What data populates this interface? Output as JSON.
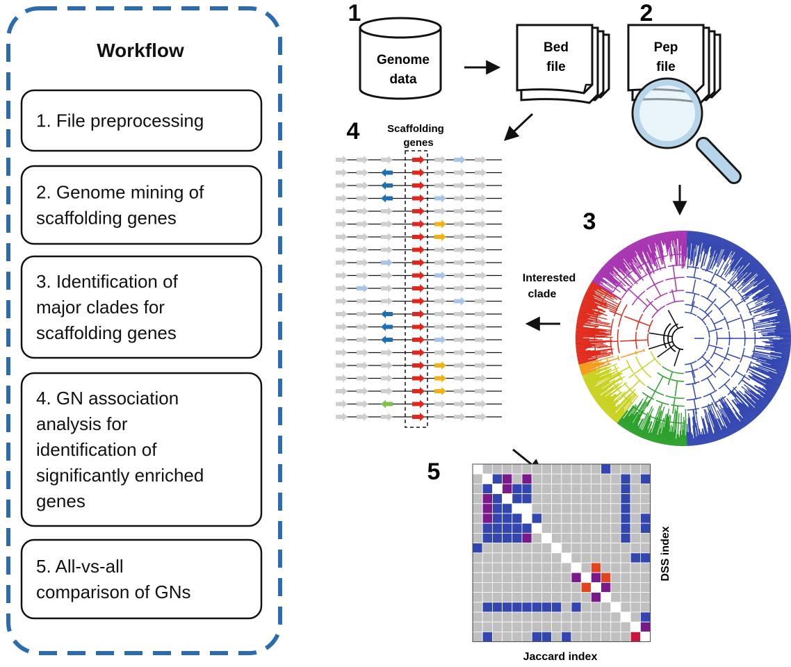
{
  "workflow": {
    "title": "Workflow",
    "steps": [
      {
        "lines": [
          "1. File preprocessing"
        ]
      },
      {
        "lines": [
          "2. Genome mining of",
          "scaffolding genes"
        ]
      },
      {
        "lines": [
          "3. Identification of",
          "major clades for",
          "scaffolding genes"
        ]
      },
      {
        "lines": [
          "4. GN association",
          "analysis for",
          "identification of",
          "significantly enriched",
          "genes"
        ]
      },
      {
        "lines": [
          "5. All-vs-all",
          "comparison of GNs"
        ]
      }
    ]
  },
  "diagram": {
    "step_numbers": [
      "1",
      "2",
      "3",
      "4",
      "5"
    ],
    "database_label": [
      "Genome",
      "data"
    ],
    "bed_label": [
      "Bed",
      "file"
    ],
    "pep_label": [
      "Pep",
      "file"
    ],
    "scaffolding_label": [
      "Scaffolding",
      "genes"
    ],
    "clade_label": [
      "Interested",
      "clade"
    ],
    "heatmap_xlabel": "Jaccard index",
    "heatmap_ylabel": "DSS index"
  },
  "colors": {
    "dash_border": "#2b6cb0",
    "scaffold_gene": "#e3261b",
    "dark_blue_gene": "#1f6fb2",
    "light_blue_gene": "#a9c4e8",
    "yellow_gene": "#f3b114",
    "green_gene": "#7cc148",
    "grey_gene": "#cfcfcf",
    "heat_grey": "#c0c0c0",
    "heat_blue": "#3346b0",
    "heat_purple": "#7a1a8a",
    "heat_red": "#e3441e",
    "heat_crimson": "#c8163e",
    "heat_white": "#ffffff"
  },
  "gene_neighborhoods": [
    [
      "g",
      "g",
      "g",
      "S",
      "g",
      "l",
      "g"
    ],
    [
      "g",
      "g",
      "d",
      "S",
      "g",
      "g",
      "g"
    ],
    [
      "g",
      "g",
      "d",
      "S",
      "g",
      "g",
      "g"
    ],
    [
      "g",
      "g",
      "d",
      "S",
      "l",
      "g",
      "g"
    ],
    [
      "g",
      "g",
      "g",
      "S",
      "g",
      "g",
      "g"
    ],
    [
      "g",
      "g",
      "g",
      "S",
      "y",
      "g",
      "g"
    ],
    [
      "g",
      "g",
      "g",
      "S",
      "y",
      "g",
      "g"
    ],
    [
      "g",
      "g",
      "g",
      "S",
      "g",
      "g",
      "g"
    ],
    [
      "g",
      "g",
      "l",
      "S",
      "g",
      "g",
      "g"
    ],
    [
      "g",
      "g",
      "g",
      "S",
      "l",
      "g",
      "g"
    ],
    [
      "g",
      "l",
      "g",
      "S",
      "g",
      "g",
      "g"
    ],
    [
      "g",
      "g",
      "g",
      "S",
      "g",
      "l",
      "g"
    ],
    [
      "g",
      "g",
      "d",
      "S",
      "g",
      "g",
      "g"
    ],
    [
      "g",
      "g",
      "d",
      "S",
      "g",
      "g",
      "g"
    ],
    [
      "g",
      "g",
      "d",
      "S",
      "l",
      "g",
      "g"
    ],
    [
      "g",
      "g",
      "g",
      "S",
      "g",
      "g",
      "g"
    ],
    [
      "g",
      "g",
      "g",
      "S",
      "y",
      "g",
      "g"
    ],
    [
      "g",
      "g",
      "g",
      "S",
      "y",
      "g",
      "g"
    ],
    [
      "g",
      "g",
      "g",
      "S",
      "y",
      "g",
      "g"
    ],
    [
      "g",
      "g",
      "G",
      "S",
      "g",
      "g",
      "g"
    ],
    [
      "g",
      "g",
      "g",
      "S",
      "g",
      "g",
      "g"
    ]
  ],
  "gene_direction_left_columns": [
    "d",
    "G"
  ],
  "heatmap": [
    [
      "W",
      "g",
      "g",
      "g",
      "g",
      "g",
      "g",
      "g",
      "g",
      "g",
      "g",
      "g",
      "g",
      "B",
      "g",
      "g",
      "g",
      "g"
    ],
    [
      "g",
      "W",
      "B",
      "P",
      "g",
      "P",
      "g",
      "g",
      "g",
      "g",
      "g",
      "g",
      "g",
      "g",
      "g",
      "B",
      "g",
      "B"
    ],
    [
      "g",
      "B",
      "W",
      "P",
      "B",
      "B",
      "g",
      "g",
      "g",
      "g",
      "g",
      "g",
      "g",
      "g",
      "g",
      "B",
      "g",
      "g"
    ],
    [
      "g",
      "P",
      "B",
      "W",
      "B",
      "B",
      "g",
      "g",
      "g",
      "g",
      "g",
      "g",
      "g",
      "g",
      "g",
      "B",
      "g",
      "g"
    ],
    [
      "g",
      "P",
      "B",
      "B",
      "W",
      "W",
      "g",
      "g",
      "g",
      "g",
      "g",
      "g",
      "g",
      "g",
      "g",
      "B",
      "g",
      "g"
    ],
    [
      "g",
      "P",
      "B",
      "B",
      "B",
      "W",
      "B",
      "g",
      "g",
      "g",
      "g",
      "g",
      "g",
      "g",
      "g",
      "B",
      "g",
      "B"
    ],
    [
      "g",
      "B",
      "B",
      "B",
      "B",
      "B",
      "W",
      "g",
      "g",
      "g",
      "g",
      "g",
      "g",
      "g",
      "g",
      "B",
      "g",
      "B"
    ],
    [
      "g",
      "B",
      "B",
      "B",
      "B",
      "P",
      "g",
      "W",
      "g",
      "g",
      "g",
      "g",
      "g",
      "g",
      "g",
      "B",
      "g",
      "g"
    ],
    [
      "B",
      "g",
      "g",
      "g",
      "g",
      "g",
      "g",
      "g",
      "W",
      "g",
      "g",
      "g",
      "g",
      "g",
      "g",
      "g",
      "g",
      "g"
    ],
    [
      "g",
      "g",
      "g",
      "g",
      "g",
      "g",
      "g",
      "g",
      "g",
      "W",
      "g",
      "g",
      "g",
      "g",
      "g",
      "g",
      "B",
      "B"
    ],
    [
      "g",
      "g",
      "g",
      "g",
      "g",
      "g",
      "g",
      "g",
      "g",
      "g",
      "W",
      "g",
      "R",
      "g",
      "g",
      "g",
      "g",
      "g"
    ],
    [
      "g",
      "g",
      "g",
      "g",
      "g",
      "g",
      "g",
      "g",
      "g",
      "g",
      "P",
      "W",
      "P",
      "R",
      "g",
      "g",
      "g",
      "g"
    ],
    [
      "g",
      "g",
      "g",
      "g",
      "g",
      "g",
      "g",
      "g",
      "g",
      "g",
      "g",
      "R",
      "W",
      "P",
      "g",
      "g",
      "g",
      "g"
    ],
    [
      "g",
      "g",
      "g",
      "g",
      "g",
      "g",
      "g",
      "g",
      "g",
      "g",
      "g",
      "g",
      "P",
      "W",
      "g",
      "g",
      "g",
      "g"
    ],
    [
      "g",
      "B",
      "B",
      "B",
      "B",
      "B",
      "B",
      "B",
      "B",
      "g",
      "B",
      "g",
      "g",
      "g",
      "W",
      "g",
      "g",
      "g"
    ],
    [
      "g",
      "g",
      "g",
      "g",
      "g",
      "g",
      "g",
      "g",
      "g",
      "g",
      "g",
      "g",
      "g",
      "g",
      "g",
      "W",
      "g",
      "B"
    ],
    [
      "g",
      "g",
      "g",
      "g",
      "g",
      "g",
      "g",
      "g",
      "g",
      "g",
      "g",
      "g",
      "g",
      "g",
      "g",
      "g",
      "W",
      "P"
    ],
    [
      "g",
      "B",
      "g",
      "g",
      "g",
      "g",
      "B",
      "B",
      "g",
      "B",
      "g",
      "g",
      "g",
      "g",
      "g",
      "g",
      "C",
      "W"
    ]
  ]
}
